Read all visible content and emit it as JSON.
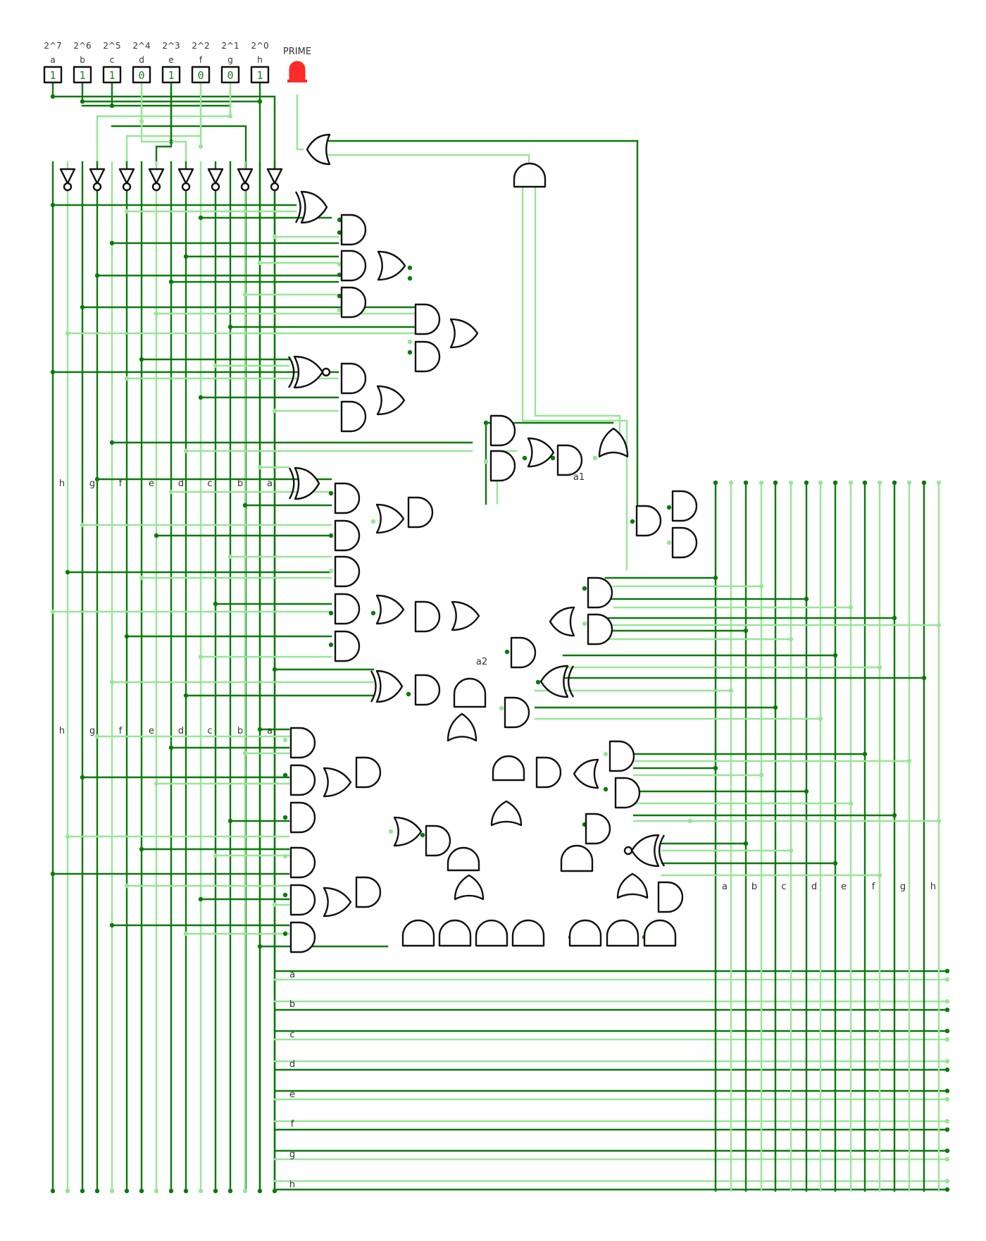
{
  "inputs": [
    {
      "power": "2^7",
      "name": "a",
      "value": "1"
    },
    {
      "power": "2^6",
      "name": "b",
      "value": "1"
    },
    {
      "power": "2^5",
      "name": "c",
      "value": "1"
    },
    {
      "power": "2^4",
      "name": "d",
      "value": "0"
    },
    {
      "power": "2^3",
      "name": "e",
      "value": "1"
    },
    {
      "power": "2^2",
      "name": "f",
      "value": "0"
    },
    {
      "power": "2^1",
      "name": "g",
      "value": "0"
    },
    {
      "power": "2^0",
      "name": "h",
      "value": "1"
    }
  ],
  "output": {
    "label": "PRIME",
    "state": "on",
    "color": "#ff2a2a"
  },
  "bus_labels_reversed": [
    "h",
    "g",
    "f",
    "e",
    "d",
    "c",
    "b",
    "a"
  ],
  "bus_labels": [
    "a",
    "b",
    "c",
    "d",
    "e",
    "f",
    "g",
    "h"
  ],
  "node_labels": {
    "a1": "a1",
    "a2": "a2"
  },
  "colors": {
    "wire_on": "#0b7a0b",
    "wire_off": "#98e598",
    "gate_stroke": "#111111",
    "led": "#ff2a2a"
  }
}
